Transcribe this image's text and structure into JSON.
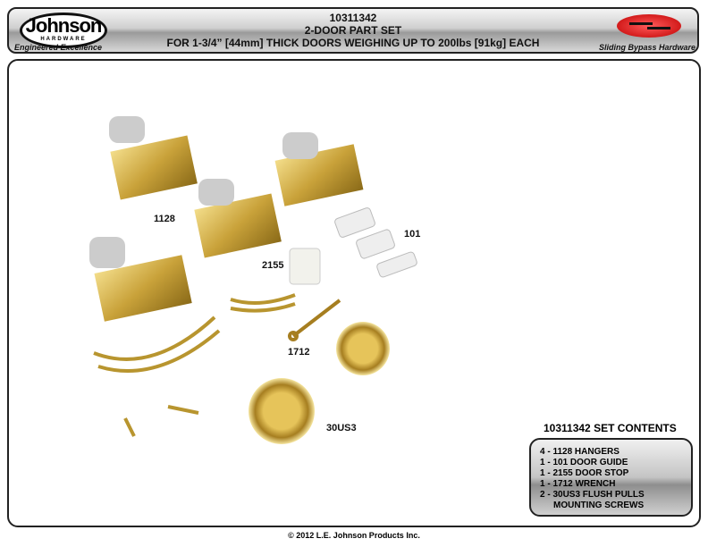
{
  "header": {
    "logo_text": "Johnson",
    "logo_sub": "HARDWARE",
    "tagline": "Engineered Excellence",
    "part_number": "10311342",
    "title": "2-DOOR PART SET",
    "subtitle": "FOR 1-3/4” [44mm] THICK DOORS WEIGHING UP TO 200lbs [91kg] EACH",
    "category": "Sliding Bypass Hardware"
  },
  "labels": {
    "hanger": "1128",
    "guide": "101",
    "stop": "2155",
    "wrench": "1712",
    "pull": "30US3"
  },
  "contents": {
    "title": "10311342 SET CONTENTS",
    "items": [
      "4 - 1128 HANGERS",
      "1 - 101 DOOR GUIDE",
      "1 - 2155 DOOR STOP",
      "1 - 1712 WRENCH",
      "2 - 30US3 FLUSH PULLS",
      "MOUNTING SCREWS"
    ]
  },
  "footer": "© 2012 L.E. Johnson Products Inc."
}
